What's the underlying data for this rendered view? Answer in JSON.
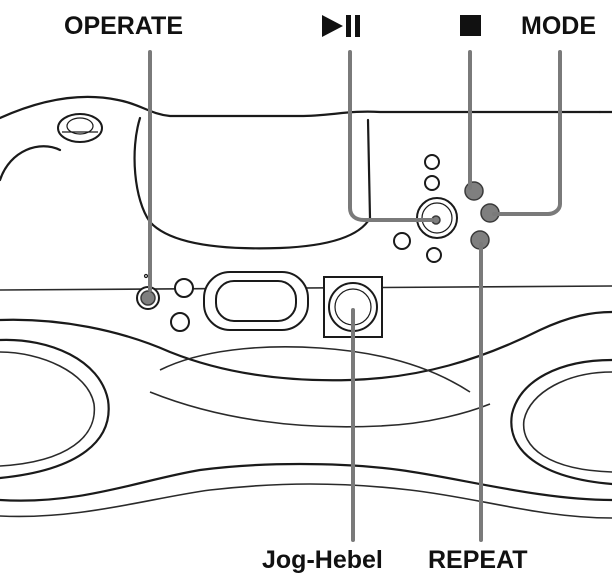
{
  "labels": {
    "operate": "OPERATE",
    "mode": "MODE",
    "jog": "Jog-Hebel",
    "repeat": "REPEAT"
  },
  "icons": {
    "play_pause": "play-pause-icon",
    "stop": "stop-icon"
  },
  "colors": {
    "callout_line": "#7a7a7a",
    "highlighted_button": "#7f7f7f",
    "outline": "#1a1a1a"
  }
}
